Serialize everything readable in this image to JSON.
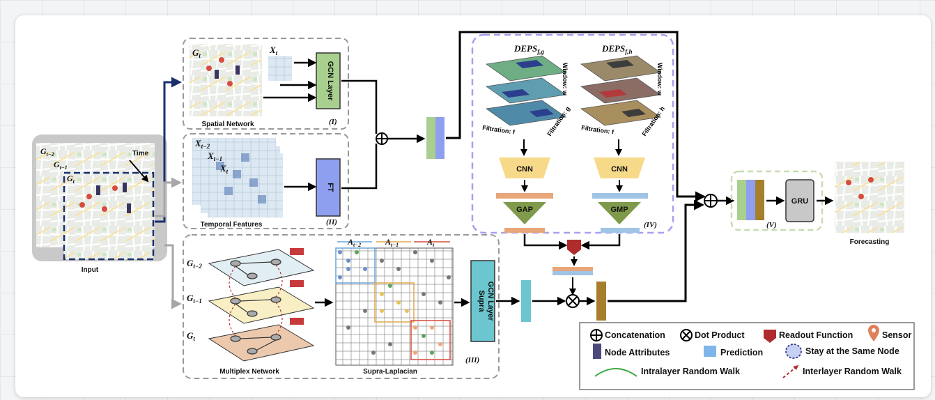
{
  "input": {
    "caption": "Input",
    "time_label": "Time",
    "g_t_minus_2": "G",
    "g_t_minus_2_sub": "t−2",
    "g_t_minus_1": "G",
    "g_t_minus_1_sub": "t−1",
    "g_t": "G",
    "g_t_sub": "t"
  },
  "spatial": {
    "caption": "Spatial Network",
    "graph": "G",
    "graph_sub": "t",
    "feature": "X",
    "feature_sub": "t",
    "gcn_label": "GCN Layer",
    "roman": "(I)"
  },
  "temporal": {
    "caption": "Temporal Features",
    "x_t2": "X",
    "x_t2_sub": "t−2",
    "x_t1": "X",
    "x_t1_sub": "t−1",
    "x_t": "X",
    "x_t_sub": "t",
    "ft_label": "FT",
    "roman": "(II)"
  },
  "deps": {
    "title_g": "DEPS",
    "title_g_sub": "f,g",
    "title_h": "DEPS",
    "title_h_sub": "f,h",
    "window": "Window: w",
    "filtration_f": "Filtration: f",
    "filtration_g": "Filtration: g",
    "filtration_h": "Filtration: h",
    "cnn": "CNN",
    "gap": "GAP",
    "gmp": "GMP",
    "roman": "(IV)"
  },
  "multiplex": {
    "caption": "Multiplex Network",
    "g2": "G",
    "g2_sub": "t−2",
    "g1": "G",
    "g1_sub": "t−1",
    "g0": "G",
    "g0_sub": "t",
    "supra_caption": "Supra-Laplacian",
    "a2": "A",
    "a2_sub": "t−2",
    "a1": "A",
    "a1_sub": "t−1",
    "a0": "A",
    "a0_sub": "t",
    "supra_gcn_line1": "Supra",
    "supra_gcn_line2": "GCN Layer",
    "roman": "(III)"
  },
  "output": {
    "gru": "GRU",
    "roman": "(V)",
    "caption": "Forecasting"
  },
  "legend": {
    "concatenation": "Concatenation",
    "dot_product": "Dot Product",
    "readout": "Readout Function",
    "sensor": "Sensor",
    "node_attributes": "Node Attributes",
    "prediction": "Prediction",
    "stay": "Stay at the Same Node",
    "intralayer": "Intralayer Random Walk",
    "interlayer": "Interlayer Random Walk"
  },
  "colors": {
    "navy": "#1a2f6e",
    "gcn_green": "#a9cf8f",
    "ft_blue": "#8f9ff0",
    "teal": "#6cc6cf",
    "cnn_yellow": "#f7d98a",
    "gap_green": "#7f9a4a",
    "readout_red": "#b02c2c",
    "bar_brown": "#a57f2c",
    "deps_border": "#a99ef0"
  }
}
